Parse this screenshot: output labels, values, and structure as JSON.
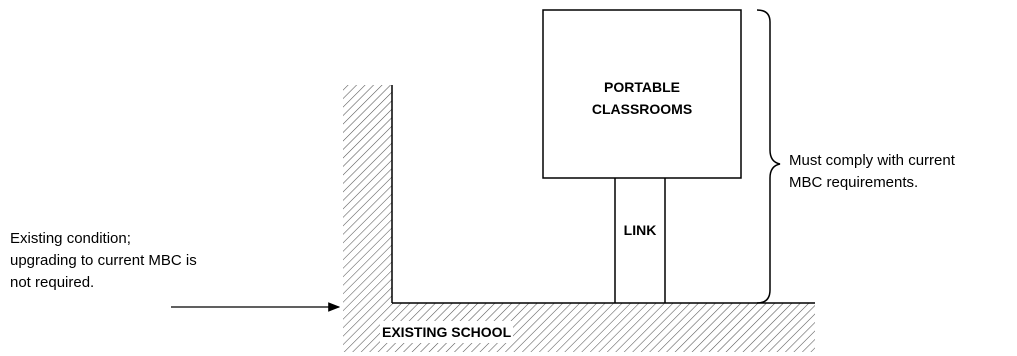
{
  "portable": {
    "line1": "PORTABLE",
    "line2": "CLASSROOMS"
  },
  "link": {
    "label": "LINK"
  },
  "school": {
    "label": "EXISTING SCHOOL"
  },
  "note_right": {
    "line1": "Must comply with current",
    "line2": "MBC requirements."
  },
  "note_left": {
    "line1": "Existing condition;",
    "line2": "upgrading to current MBC is",
    "line3": "not required."
  }
}
